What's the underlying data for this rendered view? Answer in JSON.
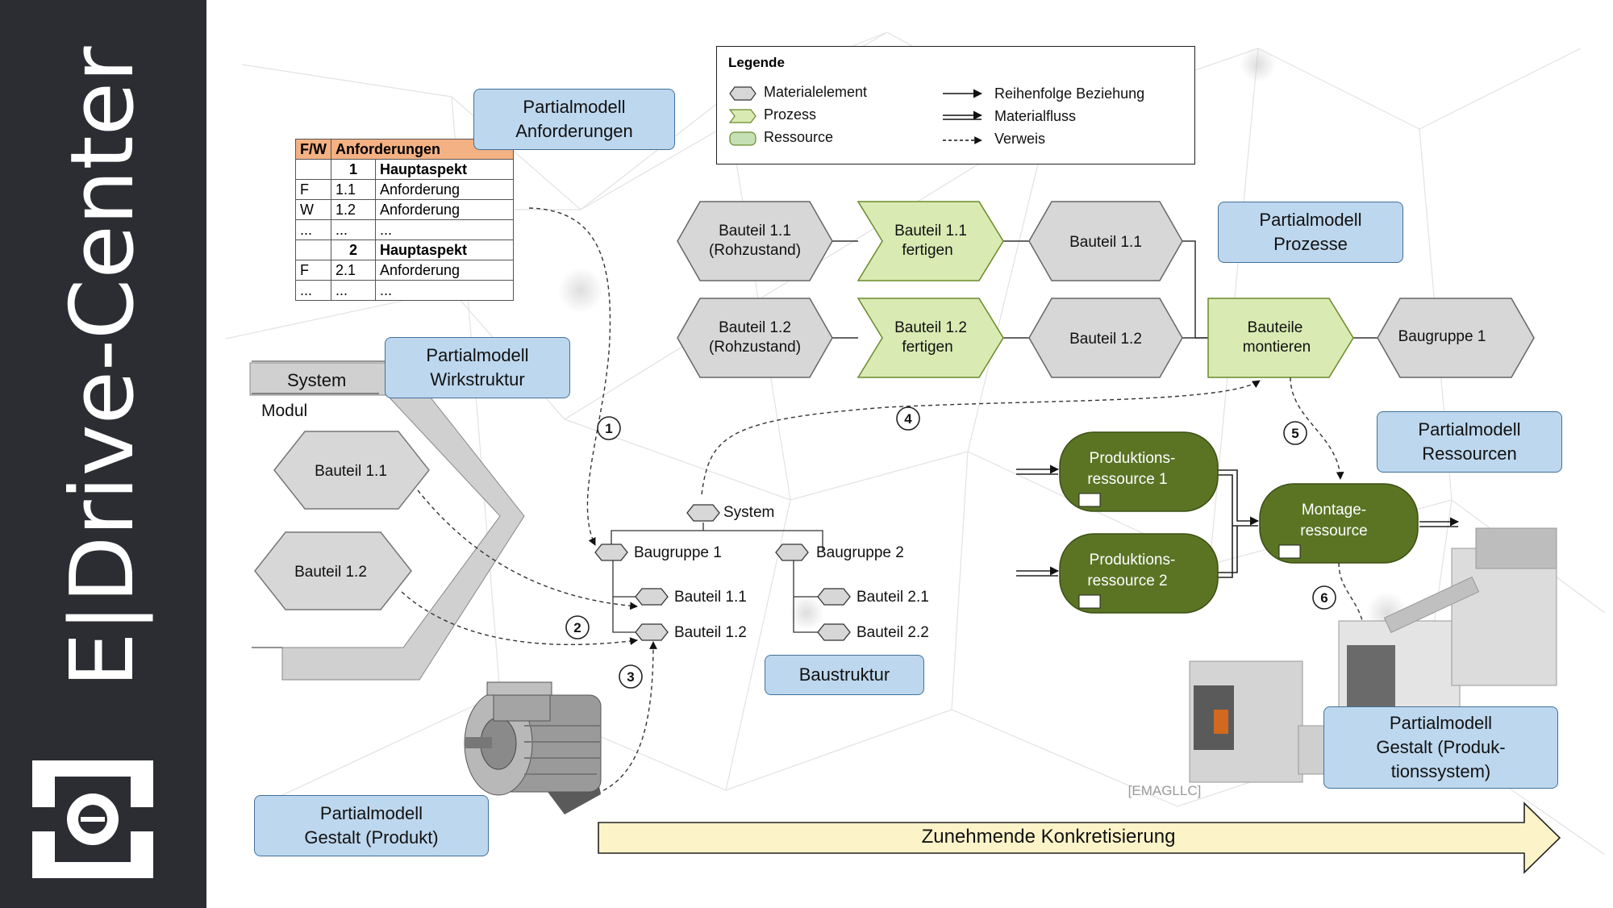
{
  "sidebar": {
    "brand_text": "E|Drive-Center"
  },
  "legend": {
    "title": "Legende",
    "items": [
      "Materialelement",
      "Prozess",
      "Ressource"
    ],
    "relations": [
      "Reihenfolge Beziehung",
      "Materialfluss",
      "Verweis"
    ]
  },
  "partial_models": {
    "anforderungen": "Partialmodell\nAnforderungen",
    "prozesse": "Partialmodell\nProzesse",
    "wirkstruktur": "Partialmodell\nWirkstruktur",
    "ressourcen": "Partialmodell\nRessourcen",
    "baustruktur": "Baustruktur",
    "gestalt_produkt": "Partialmodell\nGestalt (Produkt)",
    "gestalt_produktionssystem": "Partialmodell\nGestalt (Produk-\ntionssystem)"
  },
  "requirements_table": {
    "headers": [
      "F/W",
      "Anforderungen"
    ],
    "rows": [
      [
        "",
        "1",
        "Hauptaspekt"
      ],
      [
        "F",
        "1.1",
        "Anforderung"
      ],
      [
        "W",
        "1.2",
        "Anforderung"
      ],
      [
        "...",
        "...",
        "..."
      ],
      [
        "",
        "2",
        "Hauptaspekt"
      ],
      [
        "F",
        "2.1",
        "Anforderung"
      ],
      [
        "...",
        "...",
        "..."
      ]
    ]
  },
  "process_chain": {
    "row1": [
      "Bauteil  1.1\n(Rohzustand)",
      "Bauteil  1.1\nfertigen",
      "Bauteil  1.1"
    ],
    "row2": [
      "Bauteil  1.2\n(Rohzustand)",
      "Bauteil  1.2\nfertigen",
      "Bauteil  1.2"
    ],
    "assemble": "Bauteile\nmontieren",
    "result": "Baugruppe  1"
  },
  "wirkstruktur": {
    "system": "System",
    "modul": "Modul",
    "parts": [
      "Bauteil 1.1",
      "Bauteil 1.2"
    ]
  },
  "baustruktur_tree": {
    "system": "System",
    "groups": [
      {
        "name": "Baugruppe  1",
        "children": [
          "Bauteil 1.1",
          "Bauteil 1.2"
        ]
      },
      {
        "name": "Baugruppe  2",
        "children": [
          "Bauteil 2.1",
          "Bauteil 2.2"
        ]
      }
    ]
  },
  "resources": [
    "Produktions-\nressource  1",
    "Produktions-\nressource  2",
    "Montage-\nressource"
  ],
  "step_numbers": [
    "1",
    "2",
    "3",
    "4",
    "5",
    "6"
  ],
  "image_credit": "[EMAGLLC]",
  "arrow_label": "Zunehmende Konkretisierung",
  "colors": {
    "sidebar": "#2c2d33",
    "model_box": "#bdd7ee",
    "process": "#d9eab2",
    "resource": "#5a7424",
    "material": "#d7d7d7",
    "arrow_fill": "#fcf4c8"
  }
}
